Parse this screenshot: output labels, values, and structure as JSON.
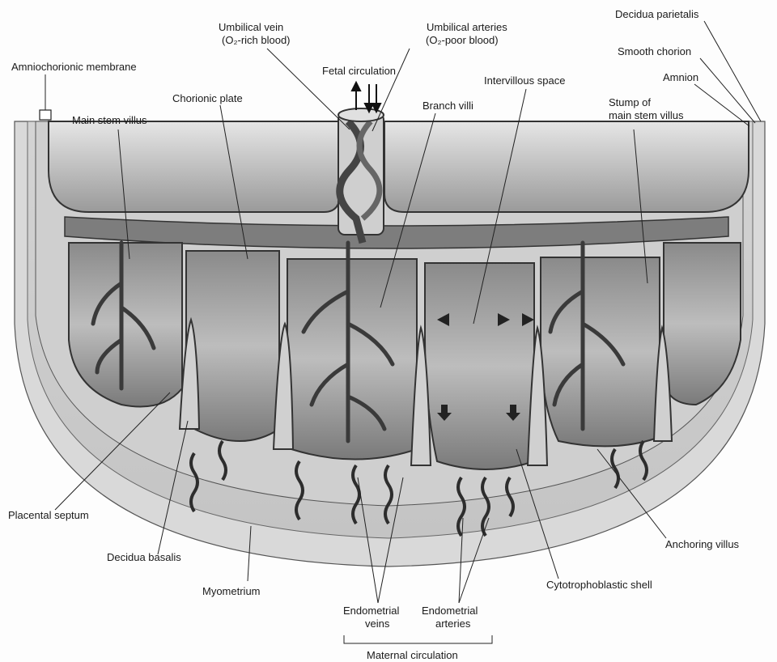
{
  "labels": {
    "umbilical_vein_1": "Umbilical vein",
    "umbilical_vein_2": "(O₂-rich blood)",
    "umbilical_arteries_1": "Umbilical arteries",
    "umbilical_arteries_2": "(O₂-poor blood)",
    "decidua_parietalis": "Decidua parietalis",
    "amniochorionic_membrane": "Amniochorionic membrane",
    "fetal_circulation": "Fetal circulation",
    "smooth_chorion": "Smooth chorion",
    "chorionic_plate": "Chorionic plate",
    "intervillous_space": "Intervillous space",
    "amnion": "Amnion",
    "main_stem_villus": "Main stem villus",
    "branch_villi": "Branch villi",
    "stump_1": "Stump of",
    "stump_2": "main stem villus",
    "placental_septum": "Placental septum",
    "decidua_basalis": "Decidua basalis",
    "myometrium": "Myometrium",
    "anchoring_villus": "Anchoring villus",
    "cytotrophoblastic_shell": "Cytotrophoblastic shell",
    "endometrial_veins_1": "Endometrial",
    "endometrial_veins_2": "veins",
    "endometrial_arteries_1": "Endometrial",
    "endometrial_arteries_2": "arteries",
    "maternal_circulation": "Maternal circulation"
  }
}
